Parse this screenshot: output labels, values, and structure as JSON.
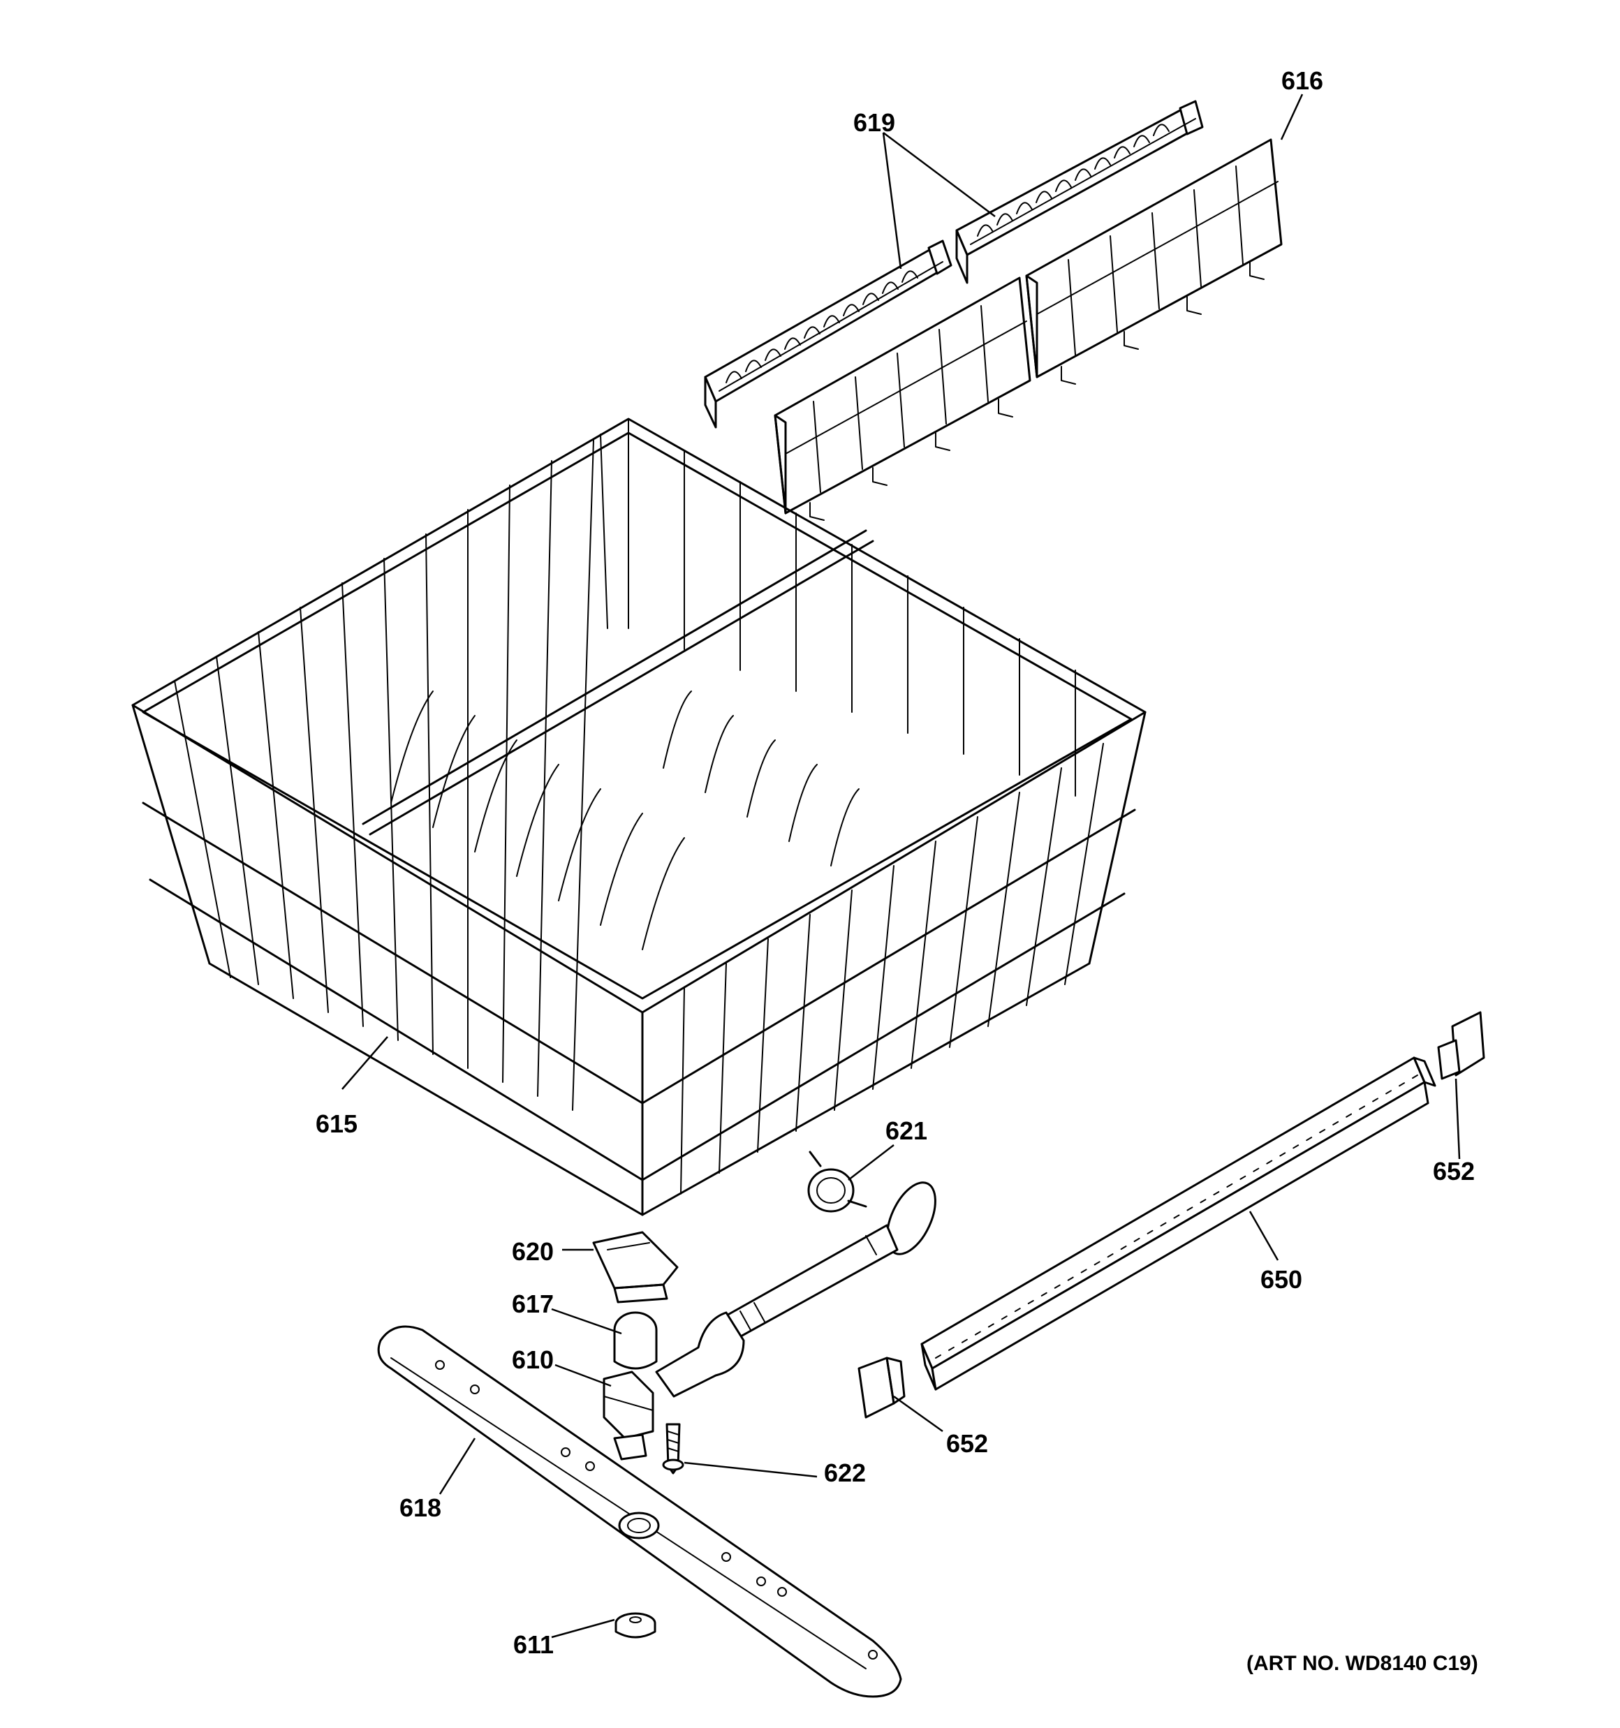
{
  "diagram": {
    "art_number": "(ART NO. WD8140 C19)",
    "callouts": [
      {
        "id": "616",
        "label": "616"
      },
      {
        "id": "619",
        "label": "619"
      },
      {
        "id": "615",
        "label": "615"
      },
      {
        "id": "621",
        "label": "621"
      },
      {
        "id": "652a",
        "label": "652"
      },
      {
        "id": "620",
        "label": "620"
      },
      {
        "id": "650",
        "label": "650"
      },
      {
        "id": "617",
        "label": "617"
      },
      {
        "id": "610",
        "label": "610"
      },
      {
        "id": "652b",
        "label": "652"
      },
      {
        "id": "622",
        "label": "622"
      },
      {
        "id": "618",
        "label": "618"
      },
      {
        "id": "611",
        "label": "611"
      }
    ]
  }
}
